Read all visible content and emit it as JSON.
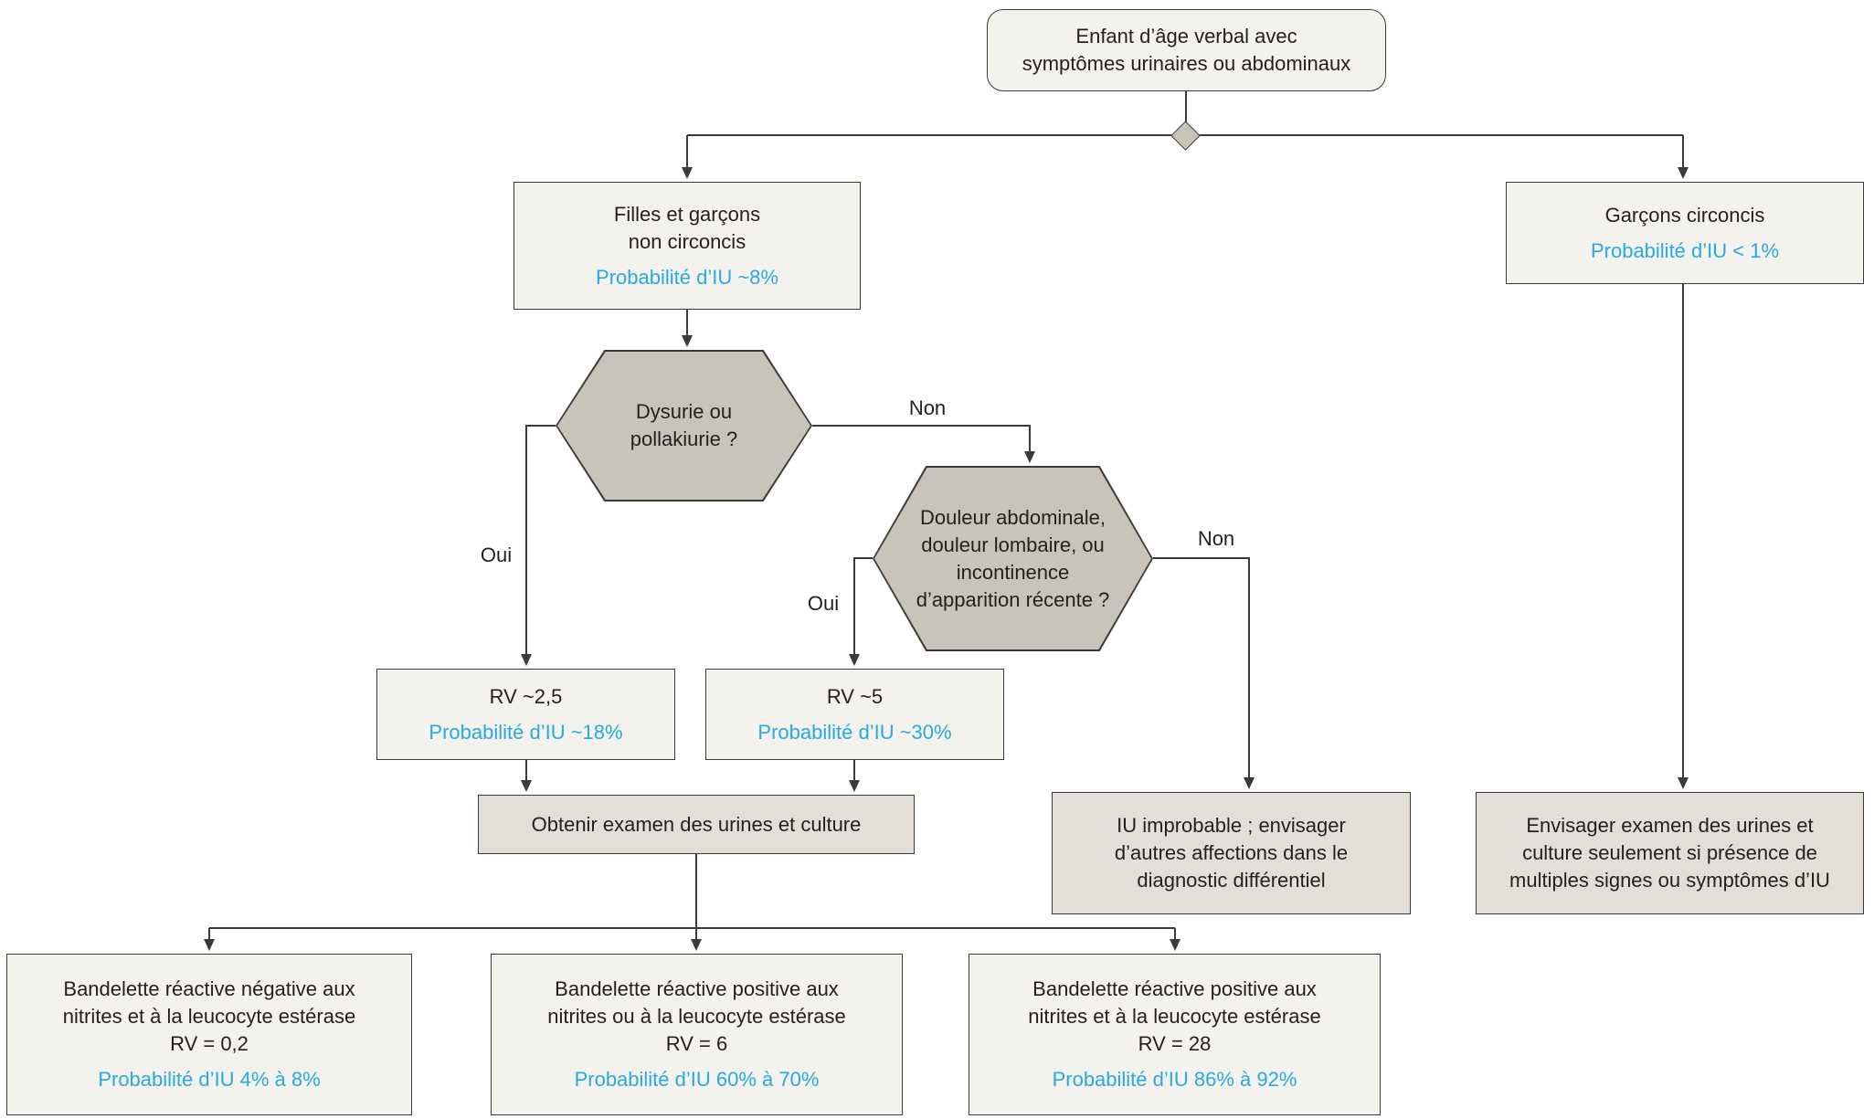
{
  "colors": {
    "accent_blue": "#29a9e1",
    "node_light_bg": "#f3f2ed",
    "node_gray_bg": "#e3dfd8",
    "decision_bg": "#c9c4b9",
    "border": "#3b3a38",
    "text": "#231f20"
  },
  "labels": {
    "yes": "Oui",
    "no": "Non"
  },
  "nodes": {
    "start": {
      "lines": [
        "Enfant d’âge verbal avec",
        "symptômes urinaires ou abdominaux"
      ]
    },
    "girls_uncircumcised": {
      "lines": [
        "Filles et garçons",
        "non circoncis"
      ],
      "probability": "Probabilité d’IU ~8%"
    },
    "circumcised_boys": {
      "lines": [
        "Garçons circoncis"
      ],
      "probability": "Probabilité d’IU < 1%"
    },
    "dysuria": {
      "lines": [
        "Dysurie ou",
        "pollakiurie ?"
      ]
    },
    "abdominal_pain": {
      "lines": [
        "Douleur abdominale,",
        "douleur lombaire, ou",
        "incontinence",
        "d’apparition récente ?"
      ]
    },
    "rv25": {
      "lines": [
        "RV ~2,5"
      ],
      "probability": "Probabilité d’IU ~18%"
    },
    "rv5": {
      "lines": [
        "RV ~5"
      ],
      "probability": "Probabilité d’IU ~30%"
    },
    "obtain_urinalysis": {
      "lines": [
        "Obtenir examen des urines et culture"
      ]
    },
    "uti_unlikely": {
      "lines": [
        "IU improbable ; envisager",
        "d’autres affections dans le",
        "diagnostic différentiel"
      ]
    },
    "consider_urinalysis": {
      "lines": [
        "Envisager examen des urines et",
        "culture seulement si présence de",
        "multiples signes ou symptômes d’IU"
      ]
    },
    "dipstick_negative": {
      "lines": [
        "Bandelette réactive négative aux",
        "nitrites et à la leucocyte estérase",
        "RV = 0,2"
      ],
      "probability": "Probabilité d’IU 4% à 8%"
    },
    "dipstick_positive_or": {
      "lines": [
        "Bandelette réactive positive aux",
        "nitrites ou à la leucocyte estérase",
        "RV = 6"
      ],
      "probability": "Probabilité d’IU 60% à 70%"
    },
    "dipstick_positive_and": {
      "lines": [
        "Bandelette réactive positive aux",
        "nitrites et à la leucocyte estérase",
        "RV = 28"
      ],
      "probability": "Probabilité d’IU 86% à 92%"
    }
  }
}
